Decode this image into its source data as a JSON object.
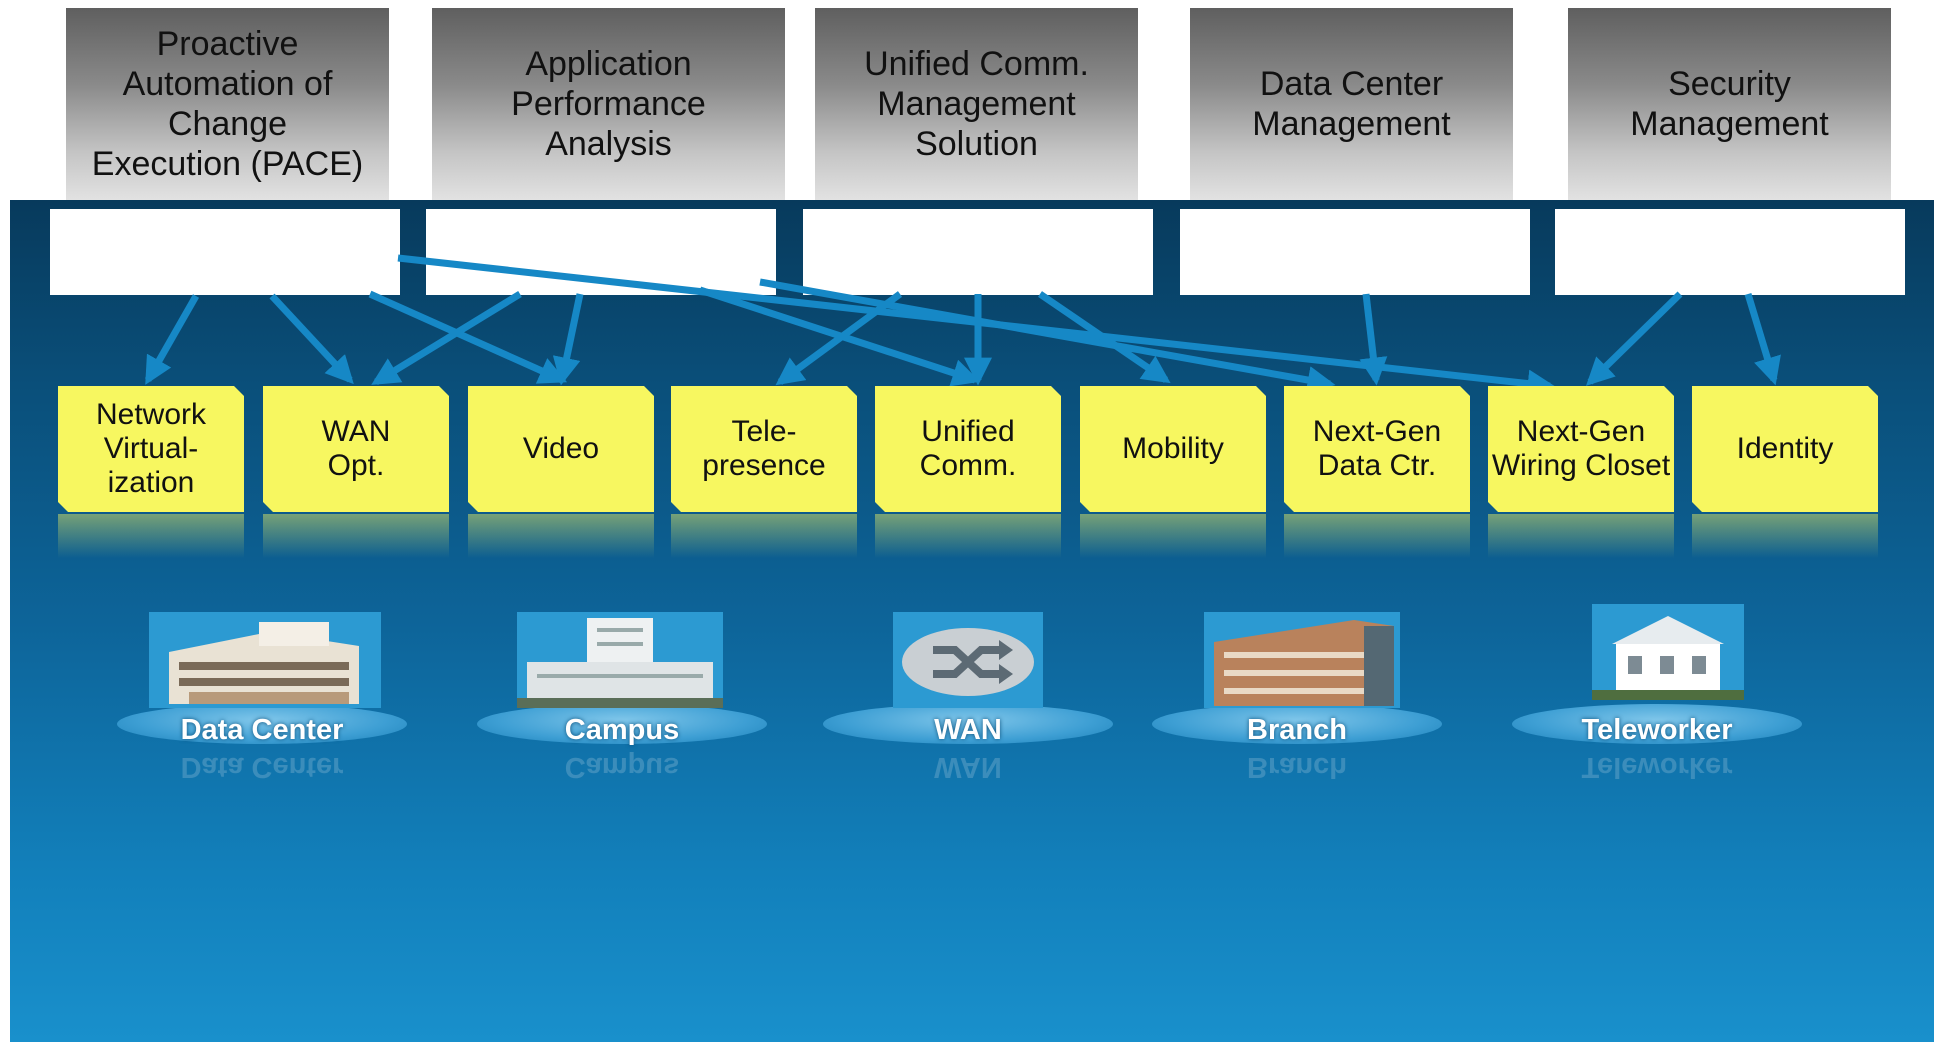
{
  "management": [
    {
      "label": "Proactive\nAutomation of\nChange\nExecution (PACE)"
    },
    {
      "label": "Application\nPerformance\nAnalysis"
    },
    {
      "label": "Unified Comm.\nManagement\nSolution"
    },
    {
      "label": "Data Center\nManagement"
    },
    {
      "label": "Security\nManagement"
    }
  ],
  "solutions": [
    {
      "label": "Network\nVirtual-\nization"
    },
    {
      "label": "WAN\nOpt."
    },
    {
      "label": "Video"
    },
    {
      "label": "Tele-\npresence"
    },
    {
      "label": "Unified\nComm."
    },
    {
      "label": "Mobility"
    },
    {
      "label": "Next-Gen\nData Ctr."
    },
    {
      "label": "Next-Gen\nWiring Closet"
    },
    {
      "label": "Identity"
    }
  ],
  "places": [
    {
      "label": "Data Center",
      "icon": "data-center-building-icon"
    },
    {
      "label": "Campus",
      "icon": "campus-building-icon"
    },
    {
      "label": "WAN",
      "icon": "wan-cloud-icon"
    },
    {
      "label": "Branch",
      "icon": "branch-office-icon"
    },
    {
      "label": "Teleworker",
      "icon": "house-icon"
    }
  ],
  "colors": {
    "background_top": "#073a5c",
    "background_bottom": "#1990cc",
    "solution_fill": "#f7f760",
    "arrow": "#1688c6"
  }
}
